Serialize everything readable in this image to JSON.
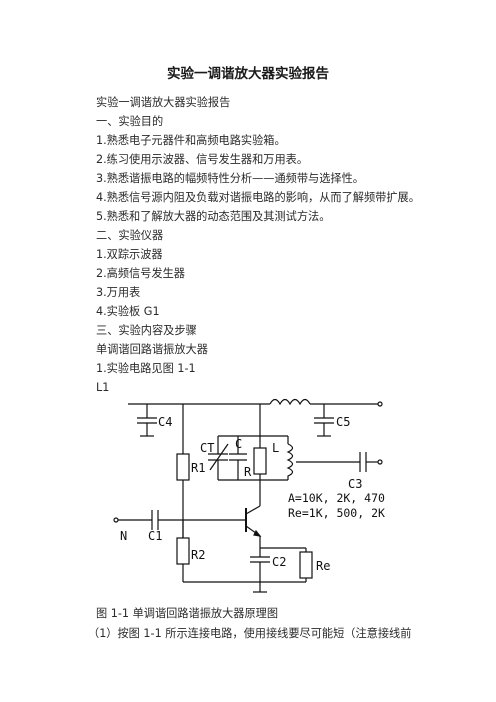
{
  "document": {
    "title": "实验一调谐放大器实验报告",
    "lines": [
      "实验一调谐放大器实验报告",
      "一、实验目的",
      "1.熟悉电子元器件和高频电路实验箱。",
      "2.练习使用示波器、信号发生器和万用表。",
      "3.熟悉谐振电路的幅频特性分析——通频带与选择性。",
      "4.熟悉信号源内阻及负载对谐振电路的影响，从而了解频带扩展。",
      "5.熟悉和了解放大器的动态范围及其测试方法。",
      "二、实验仪器",
      "1.双踪示波器",
      "2.高频信号发生器",
      "3.万用表",
      "4.实验板 G1",
      "三、实验内容及步骤",
      "单调谐回路谐振放大器",
      "1.实验电路见图 1-1",
      "L1"
    ],
    "figure_caption": "图 1-1 单调谐回路谐振放大器原理图",
    "paragraph_end": "（1）按图 1-1 所示连接电路，使用接线要尽可能短（注意接线前"
  },
  "circuit": {
    "labels": {
      "c4": "C4",
      "c5": "C5",
      "ct": "CT",
      "c": "C",
      "r": "R",
      "l": "L",
      "r1": "R1",
      "c3": "C3",
      "n": "N",
      "c1": "C1",
      "r2": "R2",
      "c2": "C2",
      "re": "Re",
      "note_a": "A=10K, 2K, 470",
      "note_re": "Re=1K, 500, 2K"
    }
  }
}
